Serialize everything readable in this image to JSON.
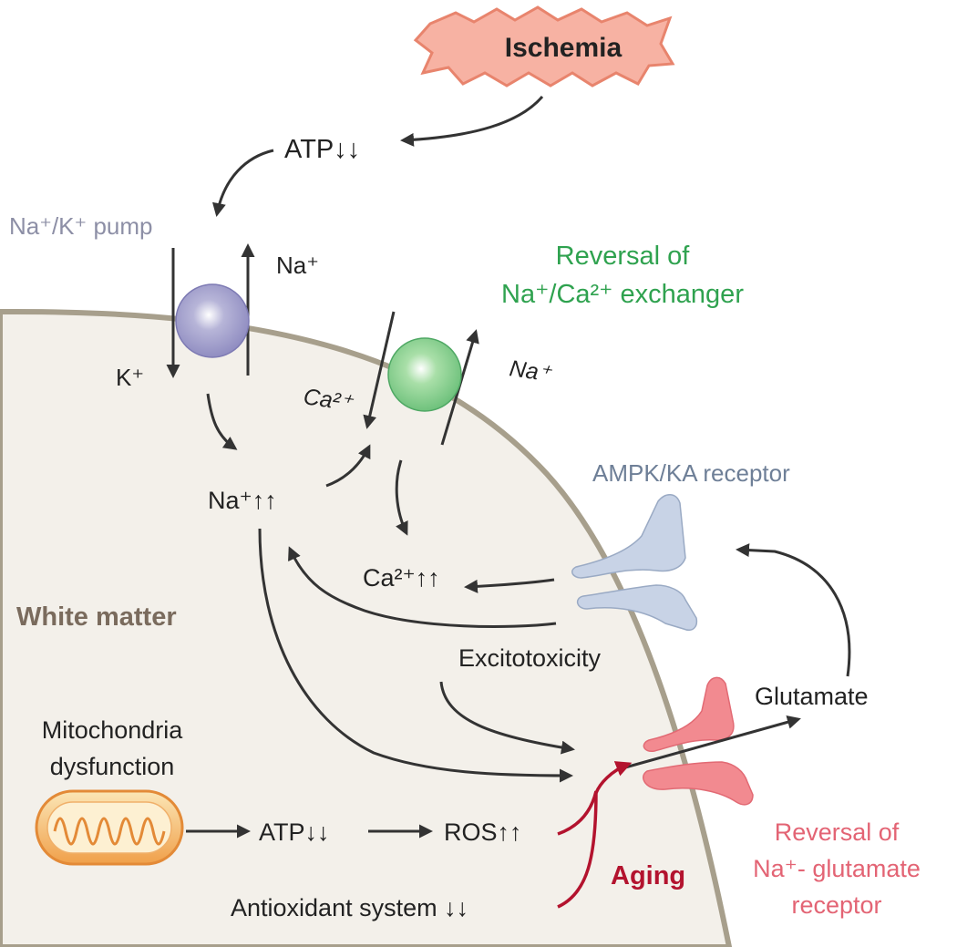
{
  "labels": {
    "ischemia": "Ischemia",
    "atp_top": "ATP↓↓",
    "pump": "Na⁺/K⁺ pump",
    "na_out": "Na⁺",
    "k_in": "K⁺",
    "ncx_line1": "Reversal of",
    "ncx_line2": "Na⁺/Ca²⁺ exchanger",
    "ncx_na": "Na⁺",
    "ncx_ca": "Ca²⁺",
    "na_up": "Na⁺↑↑",
    "ca_up": "Ca²⁺↑↑",
    "ampk": "AMPK/KA receptor",
    "white_matter": "White matter",
    "excitotoxicity": "Excitotoxicity",
    "glutamate": "Glutamate",
    "mito_line1": "Mitochondria",
    "mito_line2": "dysfunction",
    "atp_bottom": "ATP↓↓",
    "ros": "ROS↑↑",
    "aging": "Aging",
    "antioxidant": "Antioxidant system ↓↓",
    "glu_rev_line1": "Reversal of",
    "glu_rev_line2": "Na⁺- glutamate",
    "glu_rev_line3": "receptor"
  },
  "colors": {
    "membrane": "#a79f8c",
    "cell_fill": "#f3f0ea",
    "arrow": "#333333",
    "aging_red": "#b3132e",
    "pump_gray": "#8d8fa6",
    "ncx_green": "#2fa24f",
    "ampk_text": "#6e7f97",
    "glu_rev_text": "#e36474",
    "white_matter_text": "#7a6b5d",
    "ischemia_fill": "#f7b2a3",
    "ischemia_stroke": "#e8846d"
  }
}
